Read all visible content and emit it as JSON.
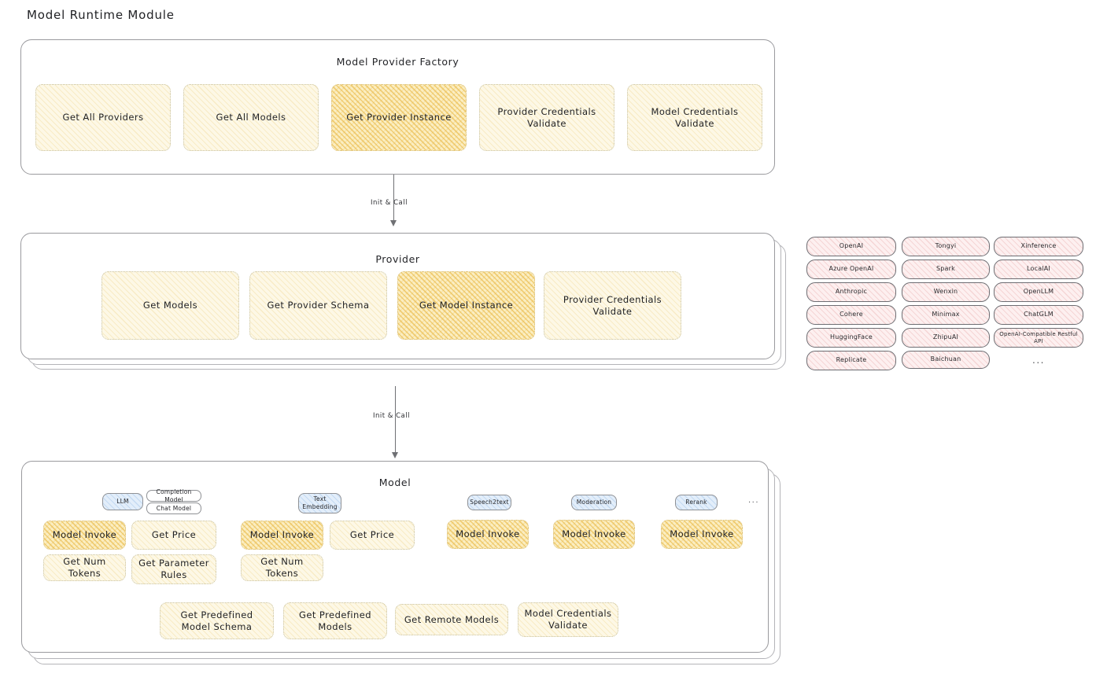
{
  "page": {
    "title": "Model Runtime Module"
  },
  "factory": {
    "title": "Model Provider Factory",
    "nodes": [
      {
        "label": "Get All Providers",
        "state": "normal"
      },
      {
        "label": "Get All Models",
        "state": "normal"
      },
      {
        "label": "Get Provider Instance",
        "state": "highlighted"
      },
      {
        "label": "Provider Credentials Validate",
        "state": "normal"
      },
      {
        "label": "Model Credentials Validate",
        "state": "normal"
      }
    ]
  },
  "arrow_top": {
    "label": "Init & Call"
  },
  "arrow_bottom": {
    "label": "Init & Call"
  },
  "provider": {
    "title": "Provider",
    "nodes": [
      {
        "label": "Get Models",
        "state": "normal"
      },
      {
        "label": "Get Provider Schema",
        "state": "normal"
      },
      {
        "label": "Get Model Instance",
        "state": "highlighted"
      },
      {
        "label": "Provider Credentials Validate",
        "state": "normal"
      }
    ]
  },
  "provider_list": {
    "columns": [
      [
        "OpenAI",
        "Azure OpenAI",
        "Anthropic",
        "Cohere",
        "HuggingFace",
        "Replicate"
      ],
      [
        "Tongyi",
        "Spark",
        "Wenxin",
        "Minimax",
        "ZhipuAI",
        "Baichuan"
      ],
      [
        "Xinference",
        "LocalAI",
        "OpenLLM",
        "ChatGLM",
        "OpenAI-Compatible Restful API"
      ]
    ],
    "more": "..."
  },
  "model": {
    "title": "Model",
    "more": "...",
    "types": [
      {
        "tag": "LLM",
        "tag_style": "blue",
        "subtags": [
          "Completion Model",
          "Chat Model"
        ],
        "methods": [
          "Model Invoke",
          "Get Price",
          "Get Num Tokens",
          "Get Parameter Rules"
        ]
      },
      {
        "tag": "Text Embedding",
        "tag_style": "blue",
        "subtags": [],
        "methods": [
          "Model Invoke",
          "Get Price",
          "Get Num Tokens"
        ]
      },
      {
        "tag": "Speech2text",
        "tag_style": "blue",
        "subtags": [],
        "methods": [
          "Model Invoke"
        ]
      },
      {
        "tag": "Moderation",
        "tag_style": "blue",
        "subtags": [],
        "methods": [
          "Model Invoke"
        ]
      },
      {
        "tag": "Rerank",
        "tag_style": "blue",
        "subtags": [],
        "methods": [
          "Model Invoke"
        ]
      }
    ],
    "shared_methods": [
      "Get Predefined Model Schema",
      "Get Predefined Models",
      "Get Remote Models",
      "Model Credentials Validate"
    ]
  },
  "colors": {
    "cream": "#fdf8e6",
    "amber": "#fbeec2",
    "rose": "#fdf0f0",
    "blue": "#e3eefa",
    "stroke": "#9a9a9e"
  }
}
